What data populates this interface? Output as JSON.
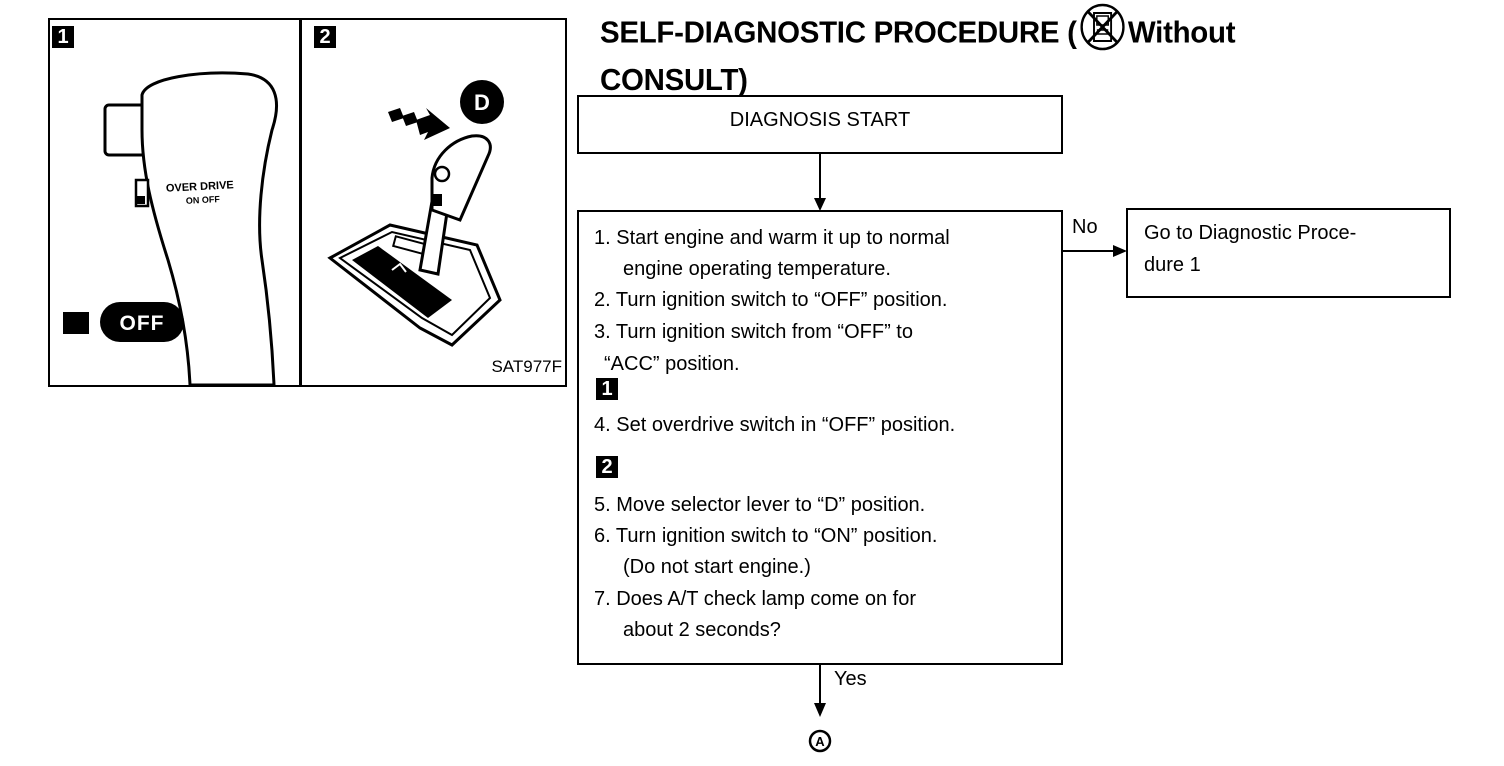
{
  "title": {
    "line1_prefix": "SELF-DIAGNOSTIC PROCEDURE (",
    "line1_suffix": "Without",
    "line2": "CONSULT)",
    "icon": "no-consult-icon"
  },
  "figure": {
    "panel1_badge": "1",
    "panel2_badge": "2",
    "od_label_line1": "OVER DRIVE",
    "od_label_line2": "ON   OFF",
    "off_label": "OFF",
    "d_label": "D",
    "figure_code": "SAT977F"
  },
  "flow": {
    "start": "DIAGNOSIS START",
    "steps": [
      "1. Start engine and warm it up to normal",
      "engine operating temperature.",
      "2. Turn ignition switch to “OFF” position.",
      "3. Turn ignition switch from “OFF” to",
      "“ACC” position.",
      "1",
      "4. Set overdrive switch in “OFF” position.",
      "2",
      "5. Move selector lever to “D” position.",
      "6. Turn ignition switch to “ON” position.",
      "(Do not start engine.)",
      "7. Does A/T check lamp come on for",
      "about 2 seconds?"
    ],
    "no_label": "No",
    "yes_label": "Yes",
    "no_target_line1": "Go to Diagnostic Proce-",
    "no_target_line2": "dure 1",
    "connector": "A"
  }
}
